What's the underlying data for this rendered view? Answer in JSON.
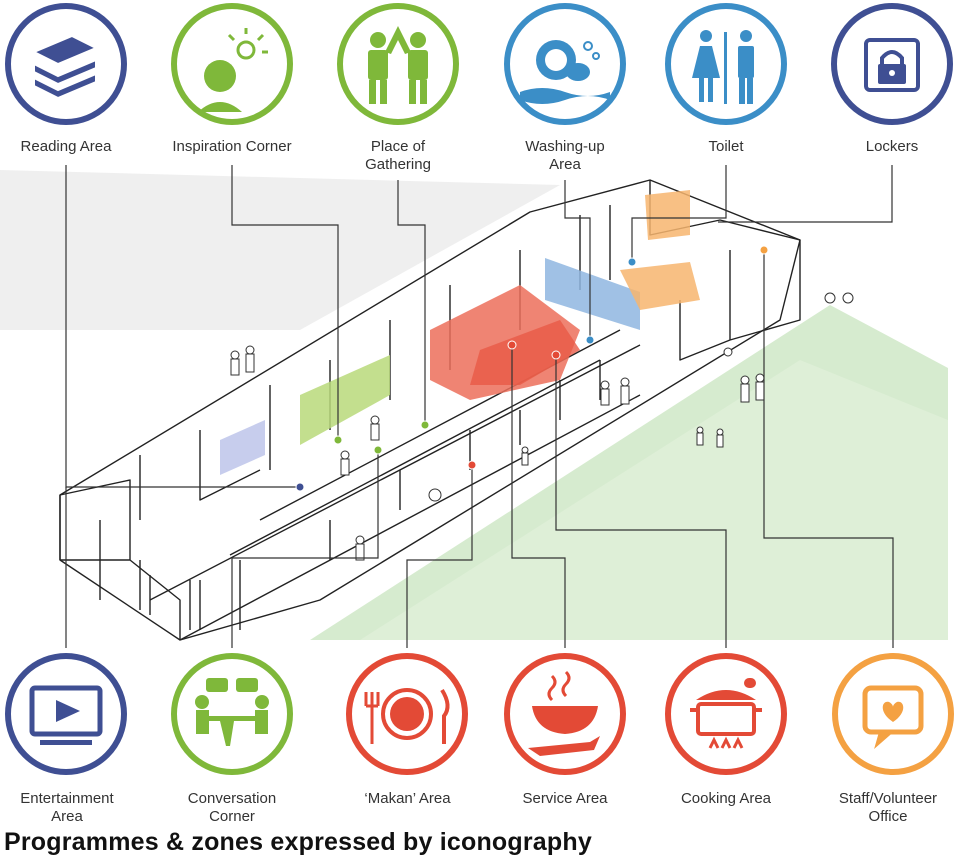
{
  "colors": {
    "blue": "#3f4f93",
    "green": "#7fb83a",
    "cyan": "#3b8ec7",
    "red": "#e34a36",
    "orange": "#f4a142",
    "lawn": "#cfe6c6",
    "salmon": "#ec6e5b",
    "lightblue": "#8fb6e0",
    "peach": "#f7b56e",
    "lime": "#b9d97a"
  },
  "top_icons": [
    {
      "label": "Reading Area",
      "icon": "books-icon",
      "color": "blue"
    },
    {
      "label": "Inspiration Corner",
      "icon": "lightbulb-person-icon",
      "color": "green"
    },
    {
      "label": "Place of\nGathering",
      "icon": "high-five-icon",
      "color": "green"
    },
    {
      "label": "Washing-up\nArea",
      "icon": "dish-washing-icon",
      "color": "cyan"
    },
    {
      "label": "Toilet",
      "icon": "toilet-icon",
      "color": "cyan"
    },
    {
      "label": "Lockers",
      "icon": "padlock-icon",
      "color": "blue"
    }
  ],
  "bottom_icons": [
    {
      "label": "Entertainment\nArea",
      "icon": "tv-play-icon",
      "color": "blue"
    },
    {
      "label": "Conversation\nCorner",
      "icon": "conversation-table-icon",
      "color": "green"
    },
    {
      "label": "‘Makan’ Area",
      "icon": "plate-cutlery-icon",
      "color": "red"
    },
    {
      "label": "Service Area",
      "icon": "serving-bowl-icon",
      "color": "red"
    },
    {
      "label": "Cooking Area",
      "icon": "cooking-pot-icon",
      "color": "red"
    },
    {
      "label": "Staff/Volunteer\nOffice",
      "icon": "heart-message-icon",
      "color": "orange"
    }
  ],
  "caption": "Programmes & zones expressed by iconography"
}
